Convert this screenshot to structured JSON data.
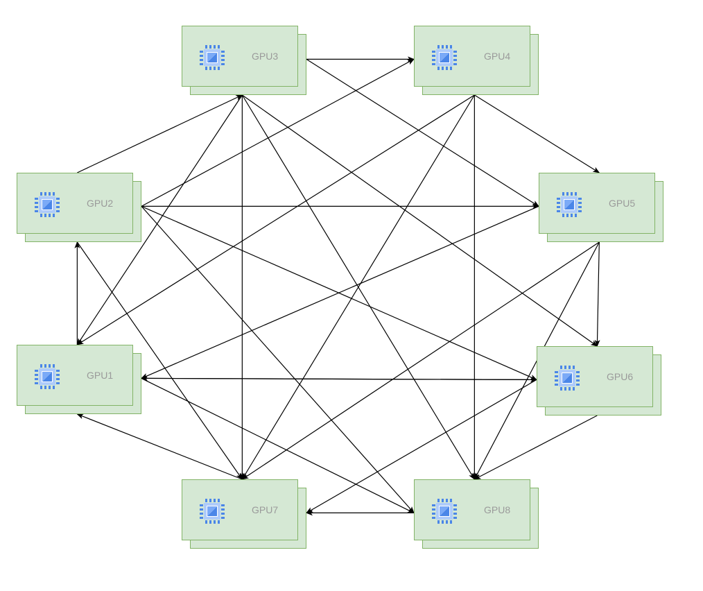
{
  "diagram": {
    "colors": {
      "node_fill": "#d5e8d4",
      "node_border": "#82b366",
      "label_text": "#9a9a9a",
      "chip_blue": "#4a86e8",
      "chip_light": "#aecbfa",
      "edge": "#000000"
    },
    "node_icon": "processor-chip-icon",
    "nodes": [
      {
        "id": "gpu1",
        "label": "GPU1"
      },
      {
        "id": "gpu2",
        "label": "GPU2"
      },
      {
        "id": "gpu3",
        "label": "GPU3"
      },
      {
        "id": "gpu4",
        "label": "GPU4"
      },
      {
        "id": "gpu5",
        "label": "GPU5"
      },
      {
        "id": "gpu6",
        "label": "GPU6"
      },
      {
        "id": "gpu7",
        "label": "GPU7"
      },
      {
        "id": "gpu8",
        "label": "GPU8"
      }
    ],
    "ring_edges": [
      [
        "gpu1",
        "gpu2"
      ],
      [
        "gpu2",
        "gpu3"
      ],
      [
        "gpu3",
        "gpu4"
      ],
      [
        "gpu4",
        "gpu5"
      ],
      [
        "gpu5",
        "gpu6"
      ],
      [
        "gpu6",
        "gpu8"
      ],
      [
        "gpu8",
        "gpu7"
      ],
      [
        "gpu7",
        "gpu1"
      ]
    ],
    "mesh_edges": [
      [
        "gpu2",
        "gpu4"
      ],
      [
        "gpu2",
        "gpu5"
      ],
      [
        "gpu2",
        "gpu6"
      ],
      [
        "gpu2",
        "gpu7"
      ],
      [
        "gpu2",
        "gpu8"
      ],
      [
        "gpu3",
        "gpu1"
      ],
      [
        "gpu3",
        "gpu5"
      ],
      [
        "gpu3",
        "gpu6"
      ],
      [
        "gpu3",
        "gpu7"
      ],
      [
        "gpu3",
        "gpu8"
      ],
      [
        "gpu4",
        "gpu1"
      ],
      [
        "gpu4",
        "gpu7"
      ],
      [
        "gpu4",
        "gpu8"
      ],
      [
        "gpu5",
        "gpu1"
      ],
      [
        "gpu5",
        "gpu7"
      ],
      [
        "gpu5",
        "gpu8"
      ],
      [
        "gpu6",
        "gpu1"
      ],
      [
        "gpu6",
        "gpu7"
      ],
      [
        "gpu1",
        "gpu6"
      ],
      [
        "gpu1",
        "gpu8"
      ]
    ]
  }
}
